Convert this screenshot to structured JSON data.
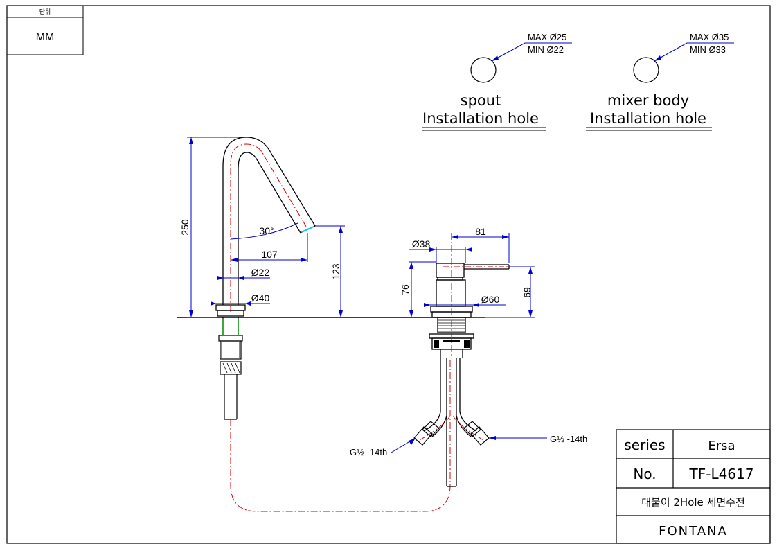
{
  "unit_box": {
    "header": "단위",
    "value": "MM"
  },
  "spout_hole": {
    "max": "MAX Ø25",
    "min": "MIN Ø22",
    "title_line1": "spout",
    "title_line2": "Installation hole"
  },
  "mixer_hole": {
    "max": "MAX Ø35",
    "min": "MIN Ø33",
    "title_line1": "mixer body",
    "title_line2": "Installation hole"
  },
  "dimensions": {
    "spout_height": "250",
    "spout_angle": "30°",
    "spout_reach": "107",
    "spout_outlet_height": "123",
    "spout_tube_dia": "Ø22",
    "spout_base_dia": "Ø40",
    "mixer_body_dia": "Ø38",
    "mixer_lever_length": "81",
    "mixer_height_total": "76",
    "mixer_height_body": "69",
    "mixer_base_dia": "Ø60"
  },
  "connections": {
    "left_label": "G½ -14th",
    "right_label": "G½ -14th"
  },
  "title_block": {
    "series_label": "series",
    "series_value": "Ersa",
    "no_label": "No.",
    "no_value": "TF-L4617",
    "description": "대붙이 2Hole 세면수전",
    "brand": "FONTANA"
  },
  "colors": {
    "outline": "#000000",
    "dimension": "#0000cc",
    "centerline": "#dd0000",
    "thread": "#009900",
    "highlight": "#00c8ff"
  }
}
